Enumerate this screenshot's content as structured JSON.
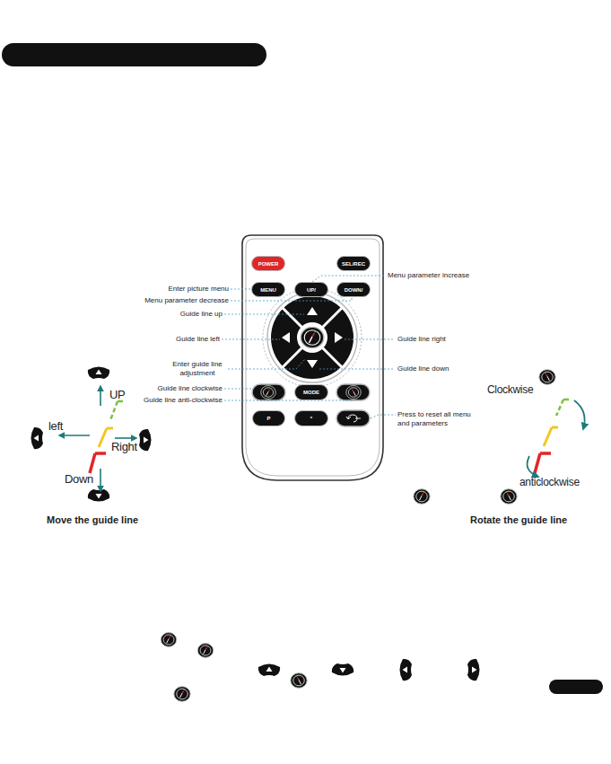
{
  "diagram": {
    "nodes": [
      {
        "text": [
          "POWER"
        ]
      },
      {
        "text": [
          "SEL/REC"
        ]
      },
      {
        "text": [
          "MENU"
        ]
      },
      {
        "text": [
          "UP/"
        ]
      },
      {
        "text": [
          "DOWN/"
        ]
      },
      {
        "text": [
          "MODE"
        ]
      },
      {
        "text": [
          "P"
        ]
      },
      {
        "text": [
          "*"
        ]
      }
    ],
    "labels": [
      "Enter picture menu",
      "Menu parameter decrease",
      "Guide line up",
      "Guide line left",
      "Enter guide line adjustment",
      "Guide line clockwise",
      "Guide line anti-clockwise",
      "Menu parameter increase",
      "Guide line right",
      "Guide line down",
      "Press to reset all menu and parameters",
      "UP",
      "left",
      "Right",
      "Down",
      "Move the guide line",
      "Clockwise",
      "anticlockwise",
      "Rotate the guide line"
    ]
  }
}
